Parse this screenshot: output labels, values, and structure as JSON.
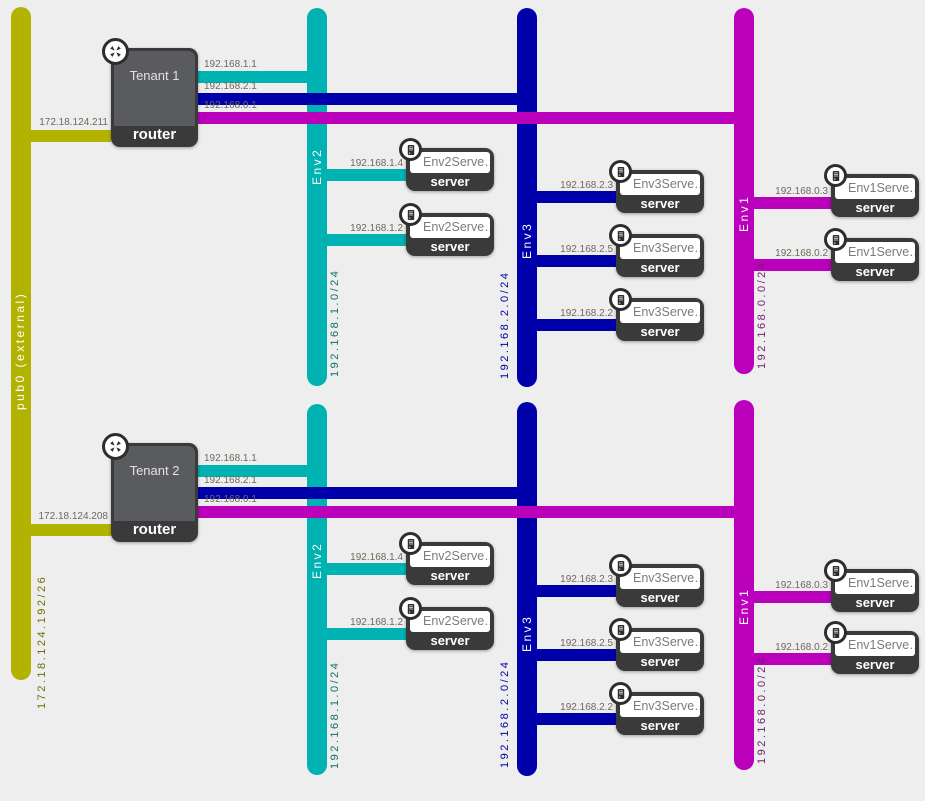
{
  "colors": {
    "background": "#eeeeee",
    "external": "#b2b200",
    "external_text": "#6f6f00",
    "env2": "#00b2b2",
    "env2_text": "#0f6f6f",
    "env3": "#0000ab",
    "env3_text": "#0000a0",
    "env1": "#bb00bb",
    "env1_text": "#701f6e",
    "ip_label": "#6f685c",
    "node_dark": "#3a3a3b",
    "router_body": "#5a5b5e",
    "white": "#ffffff"
  },
  "external_network": {
    "name": "pub0 (external)",
    "cidr": "172.18.124.192/26"
  },
  "networks": [
    {
      "name": "Env2",
      "cidr": "192.168.1.0/24"
    },
    {
      "name": "Env3",
      "cidr": "192.168.2.0/24"
    },
    {
      "name": "Env1",
      "cidr": "192.168.0.0/24"
    }
  ],
  "node_type_labels": {
    "router": "router",
    "server": "server"
  },
  "tenants": [
    {
      "router": {
        "name": "Tenant 1",
        "external_ip": "172.18.124.211",
        "interface_ips": [
          "192.168.1.1",
          "192.168.2.1",
          "192.168.0.1"
        ]
      },
      "servers": {
        "env2": [
          {
            "name": "Env2Serve…",
            "ip": "192.168.1.4"
          },
          {
            "name": "Env2Serve…",
            "ip": "192.168.1.2"
          }
        ],
        "env3": [
          {
            "name": "Env3Serve…",
            "ip": "192.168.2.3"
          },
          {
            "name": "Env3Serve…",
            "ip": "192.168.2.5"
          },
          {
            "name": "Env3Serve…",
            "ip": "192.168.2.2"
          }
        ],
        "env1": [
          {
            "name": "Env1Serve…",
            "ip": "192.168.0.3"
          },
          {
            "name": "Env1Serve…",
            "ip": "192.168.0.2"
          }
        ]
      }
    },
    {
      "router": {
        "name": "Tenant 2",
        "external_ip": "172.18.124.208",
        "interface_ips": [
          "192.168.1.1",
          "192.168.2.1",
          "192.168.0.1"
        ]
      },
      "servers": {
        "env2": [
          {
            "name": "Env2Serve…",
            "ip": "192.168.1.4"
          },
          {
            "name": "Env2Serve…",
            "ip": "192.168.1.2"
          }
        ],
        "env3": [
          {
            "name": "Env3Serve…",
            "ip": "192.168.2.3"
          },
          {
            "name": "Env3Serve…",
            "ip": "192.168.2.5"
          },
          {
            "name": "Env3Serve…",
            "ip": "192.168.2.2"
          }
        ],
        "env1": [
          {
            "name": "Env1Serve…",
            "ip": "192.168.0.3"
          },
          {
            "name": "Env1Serve…",
            "ip": "192.168.0.2"
          }
        ]
      }
    }
  ]
}
